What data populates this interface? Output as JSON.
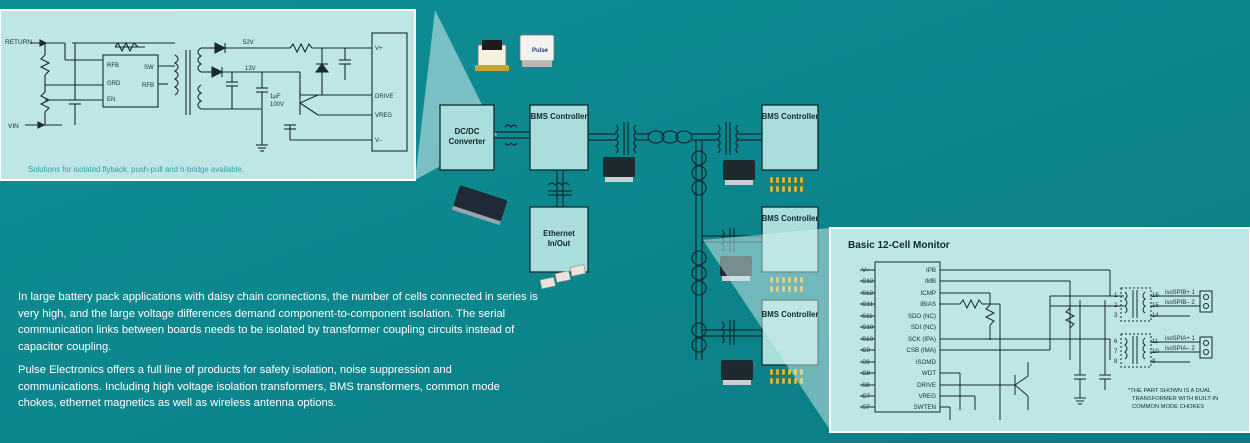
{
  "flyback": {
    "return_label": "RETURN",
    "vin_label": "VIN",
    "ic_pins": [
      "RFB",
      "GRD",
      "EN",
      "SW",
      "RFB"
    ],
    "v52": "52V",
    "v13": "13V",
    "cap": "1µF",
    "cap_v": "100V",
    "drv_pins": [
      "V+",
      "DRIVE",
      "VREG",
      "V–"
    ],
    "caption": "Solutions for isolated flyback, push-pull and h-bridge available."
  },
  "blocks": {
    "dcdc": "DC/DC Converter",
    "bms_main": "BMS Controller",
    "ethernet": "Ethernet In/Out",
    "bms_1": "BMS Controller",
    "bms_2": "BMS Controller",
    "bms_3": "BMS Controller"
  },
  "monitor": {
    "title": "Basic 12-Cell Monitor",
    "left_pins": [
      "V+",
      "C12",
      "S12",
      "C11",
      "S11",
      "C10",
      "S10",
      "C9",
      "S9",
      "C8",
      "S8",
      "C7",
      "S7"
    ],
    "right_pins": [
      "IPB",
      "IMB",
      "ICMP",
      "IBIAS",
      "SDO (NC)",
      "SDI (NC)",
      "SCK (IPA)",
      "CSB (IMA)",
      "ISOMD",
      "WDT",
      "DRIVE",
      "VREG",
      "SWTEN"
    ],
    "xfmr_pins": [
      "1",
      "2",
      "3",
      "16",
      "15",
      "14",
      "6",
      "7",
      "8",
      "11",
      "10",
      "9"
    ],
    "iso_labels": [
      "isoSPIB+ 1",
      "isoSPIB– 2",
      "isoSPIA+ 1",
      "isoSPIA– 2"
    ],
    "note": [
      "*THE PART SHOWN IS A DUAL",
      "TRANSFORMER WITH BUILT-IN",
      "COMMON MODE CHOKES"
    ]
  },
  "body_text": {
    "paragraph_1": "In large battery pack applications with daisy chain connections, the number of cells connected in series is very high, and the large voltage differences demand component-to-component isolation. The serial communication links between boards needs to be isolated by transformer coupling circuits instead of capacitor coupling.",
    "paragraph_2": "Pulse Electronics offers a full line of products for safety isolation, noise suppression and communications. Including high voltage isolation transformers, BMS transformers, common mode chokes, ethernet magnetics as well as wireless antenna options."
  },
  "brand": "Pulse",
  "colors": {
    "background": "#0f8d93",
    "panel": "#bfe6e6",
    "block": "#a9dedc",
    "caption": "#2fa0a6"
  }
}
